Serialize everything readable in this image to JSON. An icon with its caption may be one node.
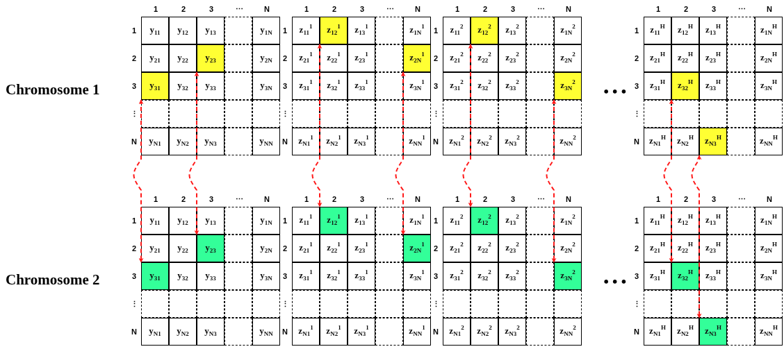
{
  "diagram": {
    "nodes": [
      {
        "text": [
          "y$_{11}$"
        ]
      },
      {
        "text": [
          "y$_{12}$"
        ]
      },
      {
        "text": [
          "y$_{13}$"
        ]
      },
      {
        "text": [],
        "shape": "box"
      },
      {
        "text": [
          "y$_{1N}$"
        ]
      },
      {
        "text": [
          "y$_{21}$"
        ]
      },
      {
        "text": [
          "y$_{22}$"
        ]
      },
      {
        "text": [
          "y$_{23}$"
        ]
      },
      {
        "text": [],
        "shape": "box"
      },
      {
        "text": [
          "y$_{2N}$"
        ]
      },
      {
        "text": [
          "y$_{31}$"
        ]
      },
      {
        "text": [
          "y$_{32}$"
        ]
      },
      {
        "text": [
          "y$_{33}$"
        ]
      },
      {
        "text": [],
        "shape": "box"
      },
      {
        "text": [
          "y$_{3N}$"
        ]
      },
      {
        "text": [],
        "shape": "box"
      },
      {
        "text": [],
        "shape": "box"
      },
      {
        "text": [],
        "shape": "box"
      },
      {
        "text": [],
        "shape": "box"
      },
      {
        "text": [],
        "shape": "box"
      },
      {
        "text": [
          "y$_{N1}$"
        ]
      },
      {
        "text": [
          "y$_{N2}$"
        ]
      },
      {
        "text": [
          "y$_{N3}$"
        ]
      },
      {
        "text": [],
        "shape": "box"
      },
      {
        "text": [
          "y$_{NN}$"
        ]
      },
      {
        "text": [
          "z$_{11}$$^{1}$"
        ]
      },
      {
        "text": [
          "z$_{12}$$^{1}$"
        ]
      },
      {
        "text": [
          "z$_{13}$$^{1}$"
        ]
      },
      {
        "text": [],
        "shape": "box"
      },
      {
        "text": [
          "z$_{1N}$$^{1}$"
        ]
      },
      {
        "text": [
          "z$_{21}$$^{1}$"
        ]
      },
      {
        "text": [
          "z$_{22}$$^{1}$"
        ]
      },
      {
        "text": [
          "z$_{23}$$^{1}$"
        ]
      },
      {
        "text": [],
        "shape": "box"
      },
      {
        "text": [
          "z$_{2N}$$^{1}$"
        ]
      },
      {
        "text": [
          "z$_{31}$$^{1}$"
        ]
      },
      {
        "text": [
          "z$_{32}$$^{1}$"
        ]
      },
      {
        "text": [
          "z$_{33}$$^{1}$"
        ]
      },
      {
        "text": [],
        "shape": "box"
      },
      {
        "text": [
          "z$_{3N}$$^{1}$"
        ]
      },
      {
        "text": [],
        "shape": "box"
      },
      {
        "text": [],
        "shape": "box"
      },
      {
        "text": [],
        "shape": "box"
      },
      {
        "text": [],
        "shape": "box"
      },
      {
        "text": [],
        "shape": "box"
      },
      {
        "text": [
          "z$_{N1}$$^{1}$"
        ]
      },
      {
        "text": [
          "z$_{N2}$$^{1}$"
        ]
      },
      {
        "text": [
          "z$_{N3}$$^{1}$"
        ]
      },
      {
        "text": [],
        "shape": "box"
      },
      {
        "text": [
          "z$_{NN}$$^{1}$"
        ]
      },
      {
        "text": [
          "z$_{11}$$^{2}$"
        ]
      },
      {
        "text": [
          "z$_{12}$$^{2}$"
        ]
      },
      {
        "text": [
          "z$_{13}$$^{2}$"
        ]
      },
      {
        "text": [],
        "shape": "box"
      },
      {
        "text": [
          "z$_{1N}$$^{2}$"
        ]
      },
      {
        "text": [
          "z$_{21}$$^{2}$"
        ]
      },
      {
        "text": [
          "z$_{22}$$^{2}$"
        ]
      },
      {
        "text": [
          "z$_{23}$$^{2}$"
        ]
      },
      {
        "text": [],
        "shape": "box"
      },
      {
        "text": [
          "z$_{2N}$$^{2}$"
        ]
      },
      {
        "text": [
          "z$_{31}$$^{2}$"
        ]
      },
      {
        "text": [
          "z$_{32}$$^{2}$"
        ]
      },
      {
        "text": [
          "z$_{33}$$^{2}$"
        ]
      },
      {
        "text": [],
        "shape": "box"
      },
      {
        "text": [
          "z$_{3N}$$^{2}$"
        ]
      },
      {
        "text": [],
        "shape": "box"
      },
      {
        "text": [],
        "shape": "box"
      },
      {
        "text": [],
        "shape": "box"
      },
      {
        "text": [],
        "shape": "box"
      },
      {
        "text": [],
        "shape": "box"
      },
      {
        "text": [
          "z$_{N1}$$^{2}$"
        ]
      },
      {
        "text": [
          "z$_{N2}$$^{2}$"
        ]
      },
      {
        "text": [
          "z$_{N3}$$^{2}$"
        ]
      },
      {
        "text": [],
        "shape": "box"
      },
      {
        "text": [
          "z$_{NN}$$^{2}$"
        ]
      },
      {
        "text": [
          "z$_{11}$$^{H}$"
        ]
      },
      {
        "text": [
          "z$_{12}$$^{H}$"
        ]
      },
      {
        "text": [
          "z$_{13}$$^{H}$"
        ]
      },
      {
        "text": [],
        "shape": "box"
      },
      {
        "text": [
          "z$_{1N}$$^{H}$"
        ]
      },
      {
        "text": [
          "z$_{21}$$^{H}$"
        ]
      },
      {
        "text": [
          "z$_{22}$$^{H}$"
        ]
      },
      {
        "text": [
          "z$_{23}$$^{H}$"
        ]
      },
      {
        "text": [],
        "shape": "box"
      },
      {
        "text": [
          "z$_{2N}$$^{H}$"
        ]
      },
      {
        "text": [
          "z$_{31}$$^{H}$"
        ]
      },
      {
        "text": [
          "z$_{32}$$^{H}$"
        ]
      },
      {
        "text": [
          "z$_{33}$$^{H}$"
        ]
      },
      {
        "text": [],
        "shape": "box"
      },
      {
        "text": [
          "z$_{3N}$$^{H}$"
        ]
      },
      {
        "text": [],
        "shape": "box"
      },
      {
        "text": [],
        "shape": "box"
      },
      {
        "text": [],
        "shape": "box"
      },
      {
        "text": [],
        "shape": "box"
      },
      {
        "text": [],
        "shape": "box"
      },
      {
        "text": [
          "z$_{N1}$$^{H}$"
        ]
      },
      {
        "text": [
          "z$_{N2}$$^{H}$"
        ]
      },
      {
        "text": [
          "z$_{N3}$$^{H}$"
        ]
      },
      {
        "text": [],
        "shape": "box"
      },
      {
        "text": [
          "z$_{NN}$$^{H}$"
        ]
      },
      {
        "text": [
          "y$_{11}$"
        ]
      },
      {
        "text": [
          "y$_{12}$"
        ]
      },
      {
        "text": [
          "y$_{13}$"
        ]
      },
      {
        "text": [],
        "shape": "box"
      },
      {
        "text": [
          "y$_{1N}$"
        ]
      },
      {
        "text": [
          "y$_{21}$"
        ]
      },
      {
        "text": [
          "y$_{22}$"
        ]
      },
      {
        "text": [
          "y$_{23}$"
        ]
      },
      {
        "text": [],
        "shape": "box"
      },
      {
        "text": [
          "y$_{2N}$"
        ]
      },
      {
        "text": [
          "y$_{31}$"
        ]
      },
      {
        "text": [
          "y$_{32}$"
        ]
      },
      {
        "text": [
          "y$_{33}$"
        ]
      },
      {
        "text": [],
        "shape": "box"
      },
      {
        "text": [
          "y$_{3N}$"
        ]
      },
      {
        "text": [],
        "shape": "box"
      },
      {
        "text": [],
        "shape": "box"
      },
      {
        "text": [],
        "shape": "box"
      },
      {
        "text": [],
        "shape": "box"
      },
      {
        "text": [],
        "shape": "box"
      },
      {
        "text": [
          "y$_{N1}$"
        ]
      },
      {
        "text": [
          "y$_{N2}$"
        ]
      },
      {
        "text": [
          "y$_{N3}$"
        ]
      },
      {
        "text": [],
        "shape": "box"
      },
      {
        "text": [
          "y$_{NN}$"
        ]
      },
      {
        "text": [
          "z$_{11}$$^{1}$"
        ]
      },
      {
        "text": [
          "z$_{12}$$^{1}$"
        ]
      },
      {
        "text": [
          "z$_{13}$$^{1}$"
        ]
      },
      {
        "text": [],
        "shape": "box"
      },
      {
        "text": [
          "z$_{1N}$$^{1}$"
        ]
      },
      {
        "text": [
          "z$_{21}$$^{1}$"
        ]
      },
      {
        "text": [
          "z$_{22}$$^{1}$"
        ]
      },
      {
        "text": [
          "z$_{23}$$^{1}$"
        ]
      },
      {
        "text": [],
        "shape": "box"
      },
      {
        "text": [
          "z$_{2N}$$^{1}$"
        ]
      },
      {
        "text": [
          "z$_{31}$$^{1}$"
        ]
      },
      {
        "text": [
          "z$_{32}$$^{1}$"
        ]
      },
      {
        "text": [
          "z$_{33}$$^{1}$"
        ]
      },
      {
        "text": [],
        "shape": "box"
      },
      {
        "text": [
          "z$_{3N}$$^{1}$"
        ]
      },
      {
        "text": [],
        "shape": "box"
      },
      {
        "text": [],
        "shape": "box"
      },
      {
        "text": [],
        "shape": "box"
      },
      {
        "text": [],
        "shape": "box"
      },
      {
        "text": [],
        "shape": "box"
      },
      {
        "text": [
          "z$_{N1}$$^{1}$"
        ]
      },
      {
        "text": [
          "z$_{N2}$$^{1}$"
        ]
      },
      {
        "text": [
          "z$_{N3}$$^{1}$"
        ]
      },
      {
        "text": [],
        "shape": "box"
      },
      {
        "text": [
          "z$_{NN}$$^{1}$"
        ]
      },
      {
        "text": [
          "z$_{11}$$^{2}$"
        ]
      },
      {
        "text": [
          "z$_{12}$$^{2}$"
        ]
      },
      {
        "text": [
          "z$_{13}$$^{2}$"
        ]
      },
      {
        "text": [],
        "shape": "box"
      },
      {
        "text": [
          "z$_{1N}$$^{2}$"
        ]
      },
      {
        "text": [
          "z$_{21}$$^{2}$"
        ]
      },
      {
        "text": [
          "z$_{22}$$^{2}$"
        ]
      },
      {
        "text": [
          "z$_{23}$$^{2}$"
        ]
      },
      {
        "text": [],
        "shape": "box"
      },
      {
        "text": [
          "z$_{2N}$$^{2}$"
        ]
      },
      {
        "text": [
          "z$_{31}$$^{2}$"
        ]
      },
      {
        "text": [
          "z$_{32}$$^{2}$"
        ]
      },
      {
        "text": [
          "z$_{33}$$^{2}$"
        ]
      },
      {
        "text": [],
        "shape": "box"
      },
      {
        "text": [
          "z$_{3N}$$^{2}$"
        ]
      },
      {
        "text": [],
        "shape": "box"
      },
      {
        "text": [],
        "shape": "box"
      },
      {
        "text": [],
        "shape": "box"
      },
      {
        "text": [],
        "shape": "box"
      },
      {
        "text": [],
        "shape": "box"
      },
      {
        "text": [
          "z$_{N1}$$^{2}$"
        ]
      },
      {
        "text": [
          "z$_{N2}$$^{2}$"
        ]
      },
      {
        "text": [
          "z$_{N3}$$^{2}$"
        ]
      },
      {
        "text": [],
        "shape": "box"
      },
      {
        "text": [
          "z$_{NN}$$^{2}$"
        ]
      },
      {
        "text": [
          "z$_{11}$$^{H}$"
        ]
      },
      {
        "text": [
          "z$_{12}$$^{H}$"
        ]
      },
      {
        "text": [
          "z$_{13}$$^{H}$"
        ]
      },
      {
        "text": [],
        "shape": "box"
      },
      {
        "text": [
          "z$_{1N}$$^{H}$"
        ]
      },
      {
        "text": [
          "z$_{21}$$^{H}$"
        ]
      },
      {
        "text": [
          "z$_{22}$$^{H}$"
        ]
      },
      {
        "text": [
          "z$_{23}$$^{H}$"
        ]
      },
      {
        "text": [],
        "shape": "box"
      },
      {
        "text": [
          "z$_{2N}$$^{H}$"
        ]
      },
      {
        "text": [
          "z$_{31}$$^{H}$"
        ]
      },
      {
        "text": [
          "z$_{32}$$^{H}$"
        ]
      },
      {
        "text": [
          "z$_{33}$$^{H}$"
        ]
      },
      {
        "text": [],
        "shape": "box"
      },
      {
        "text": [
          "z$_{3N}$$^{H}$"
        ]
      },
      {
        "text": [],
        "shape": "box"
      },
      {
        "text": [],
        "shape": "box"
      },
      {
        "text": [],
        "shape": "box"
      },
      {
        "text": [],
        "shape": "box"
      },
      {
        "text": [],
        "shape": "box"
      },
      {
        "text": [
          "z$_{N1}$$^{H}$"
        ]
      },
      {
        "text": [
          "z$_{N2}$$^{H}$"
        ]
      },
      {
        "text": [
          "z$_{N3}$$^{H}$"
        ]
      },
      {
        "text": [],
        "shape": "box"
      },
      {
        "text": [
          "z$_{NN}$$^{H}$"
        ]
      }
    ],
    "edges": [
      {
        "from": 10,
        "to": 110,
        "arrow": "both",
        "style": "dashed"
      },
      {
        "from": 7,
        "to": 107,
        "arrow": "both",
        "style": "dashed"
      },
      {
        "from": 26,
        "to": 126,
        "arrow": "both",
        "style": "dashed"
      },
      {
        "from": 34,
        "to": 134,
        "arrow": "both",
        "style": "dashed"
      },
      {
        "from": 51,
        "to": 151,
        "arrow": "both",
        "style": "dashed"
      },
      {
        "from": 64,
        "to": 164,
        "arrow": "both",
        "style": "dashed"
      },
      {
        "from": 86,
        "to": 186,
        "arrow": "both",
        "style": "dashed"
      },
      {
        "from": 97,
        "to": 197,
        "arrow": "both",
        "style": "dashed"
      }
    ],
    "labels": [
      "Chromosome 1",
      "1",
      "2",
      "3",
      "⋯",
      "N",
      "1",
      "2",
      "3",
      "⋮",
      "N",
      "1",
      "2",
      "3",
      "⋯",
      "N",
      "1",
      "2",
      "3",
      "⋮",
      "N",
      "1",
      "2",
      "3",
      "⋯",
      "N",
      "1",
      "2",
      "3",
      "⋮",
      "N",
      "• • •",
      "1",
      "2",
      "3",
      "⋯",
      "N",
      "1",
      "2",
      "3",
      "⋮",
      "N",
      "Chromosome 2",
      "1",
      "2",
      "3",
      "⋯",
      "N",
      "1",
      "2",
      "3",
      "⋮",
      "N",
      "1",
      "2",
      "3",
      "⋯",
      "N",
      "1",
      "2",
      "3",
      "⋮",
      "N",
      "1",
      "2",
      "3",
      "⋯",
      "N",
      "1",
      "2",
      "3",
      "⋮",
      "N",
      "• • •",
      "1",
      "2",
      "3",
      "⋯",
      "N",
      "1",
      "2",
      "3",
      "⋮",
      "N"
    ]
  }
}
